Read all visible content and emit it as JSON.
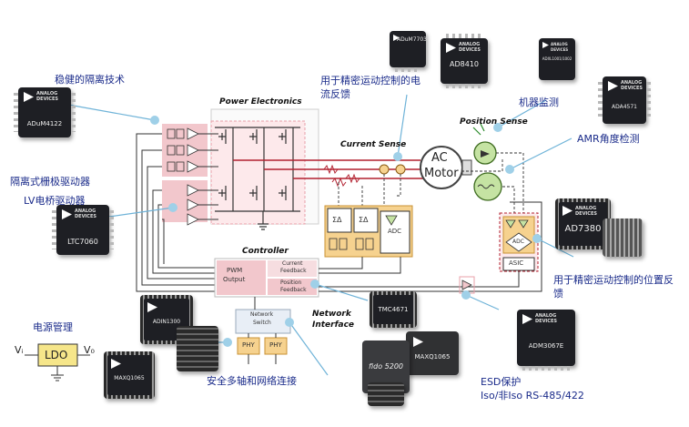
{
  "labels": {
    "isolation_tech": "稳健的隔离技术",
    "isolated_gate_driver": "隔离式栅极驱动器",
    "lv_bridge_driver": "LV电桥驱动器",
    "power_management": "电源管理",
    "current_feedback": "用于精密运动控制的电流反馈",
    "machine_monitoring": "机器监测",
    "amr_angle": "AMR角度检测",
    "position_feedback": "用于精密运动控制的位置反馈",
    "safety_network": "安全多轴和网络连接",
    "esd_protect": "ESD保护",
    "rs485": "Iso/非Iso RS-485/422"
  },
  "blocks": {
    "power_electronics": "Power Electronics",
    "current_sense": "Current Sense",
    "position_sense": "Position Sense",
    "controller": "Controller",
    "network_interface_1": "Network",
    "network_interface_2": "Interface",
    "motor_1": "AC",
    "motor_2": "Motor",
    "pwm_1": "PWM",
    "pwm_2": "Output",
    "cur_fb_1": "Current",
    "cur_fb_2": "Feedback",
    "pos_fb_1": "Position",
    "pos_fb_2": "Feedback",
    "net_switch_1": "Network",
    "net_switch_2": "Switch",
    "phy": "PHY",
    "adc": "ADC",
    "asic": "ASIC",
    "sigma": "ΣΔ",
    "ldo": "LDO",
    "vi": "Vᵢ",
    "vo": "V₀"
  },
  "chips": {
    "adum4122": "ADuM4122",
    "ltc7060": "LTC7060",
    "adum7703": "ADuM7703",
    "ad8410": "AD8410",
    "adxl": "ADXL1001/1002",
    "ada4571": "ADA4571",
    "ad7380": "AD7380",
    "adm3067e": "ADM3067E",
    "tmc4671": "TMC4671",
    "adin1300": "ADIN1300",
    "max01065": "MAXQ1065",
    "max01065b": "MAXQ1065",
    "fido": "fido 5200",
    "brand": "ANALOG DEVICES"
  },
  "colors": {
    "label_blue": "#1a2b8a",
    "bullet": "#9fd0e8",
    "pink_block": "#f2c7cc",
    "orange_block": "#f6d28f",
    "green_block": "#c5e3a3",
    "ldo_yellow": "#f6e68a",
    "wire_red": "#b2202f"
  }
}
